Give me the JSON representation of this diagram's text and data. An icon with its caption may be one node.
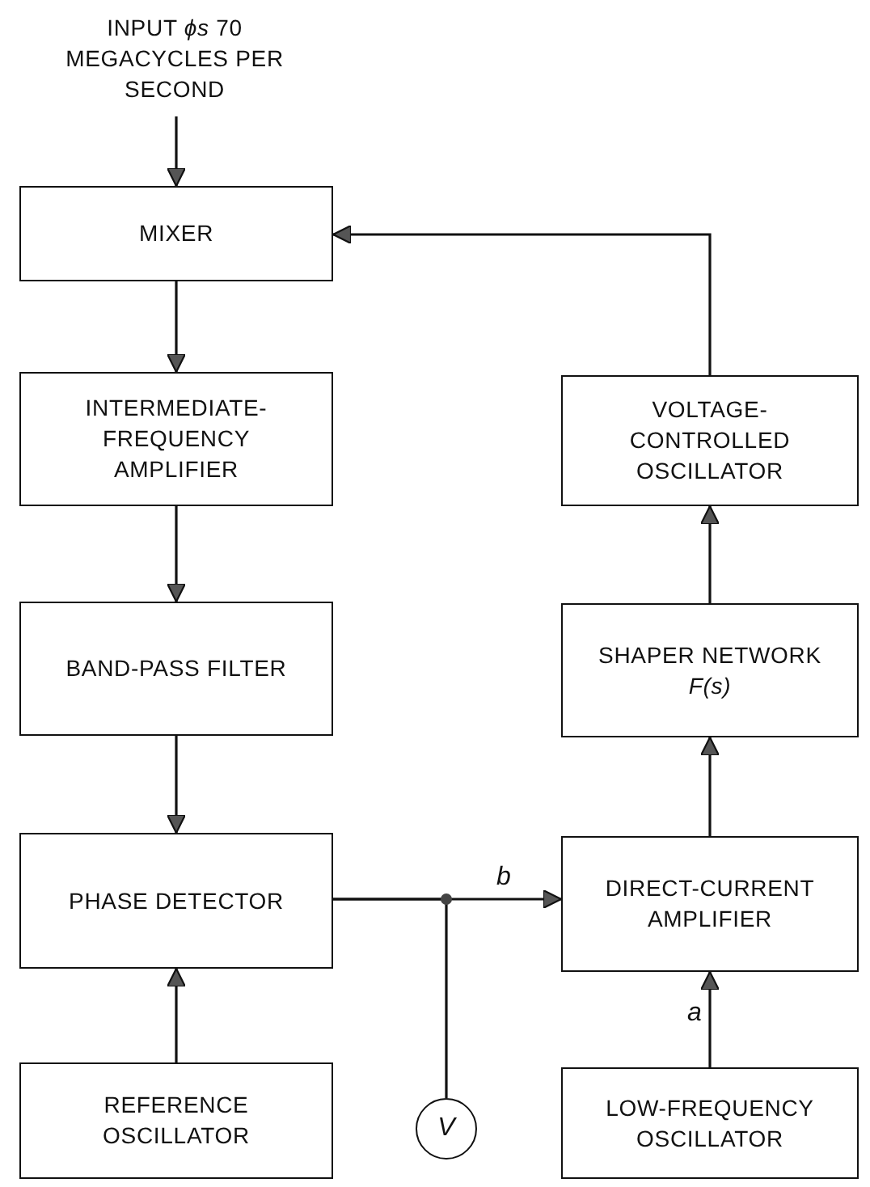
{
  "diagram": {
    "nodes": [
      {
        "text": [
          "INPUT *ϕs* 70 MEGACYCLES PER SECOND"
        ]
      },
      {
        "text": [
          "MIXER"
        ]
      },
      {
        "text": [
          "INTERMEDIATE-FREQUENCY AMPLIFIER"
        ]
      },
      {
        "text": [
          "BAND-PASS FILTER"
        ]
      },
      {
        "text": [
          "PHASE DETECTOR"
        ]
      },
      {
        "text": [
          "REFERENCE OSCILLATOR"
        ]
      },
      {
        "text": [
          "V"
        ]
      },
      {
        "text": [
          "VOLTAGE-CONTROLLED OSCILLATOR"
        ]
      },
      {
        "text": [
          "SHAPER NETWORK *F(s)*"
        ]
      },
      {
        "text": [
          "DIRECT-CURRENT AMPLIFIER"
        ]
      },
      {
        "text": [
          "LOW-FREQUENCY OSCILLATOR"
        ]
      }
    ],
    "edges": [
      {
        "from": 0,
        "to": 1,
        "arrow": "to"
      },
      {
        "from": 1,
        "to": 2,
        "arrow": "to"
      },
      {
        "from": 2,
        "to": 3,
        "arrow": "to"
      },
      {
        "from": 3,
        "to": 4,
        "arrow": "to"
      },
      {
        "from": 5,
        "to": 4,
        "arrow": "to"
      },
      {
        "from": 4,
        "to": 9,
        "arrow": "to",
        "label": "b"
      },
      {
        "from": 4,
        "to": 6,
        "arrow": "none"
      },
      {
        "from": 10,
        "to": 9,
        "arrow": "to",
        "label": "a"
      },
      {
        "from": 9,
        "to": 8,
        "arrow": "to"
      },
      {
        "from": 8,
        "to": 7,
        "arrow": "to"
      },
      {
        "from": 7,
        "to": 1,
        "arrow": "to"
      }
    ]
  }
}
